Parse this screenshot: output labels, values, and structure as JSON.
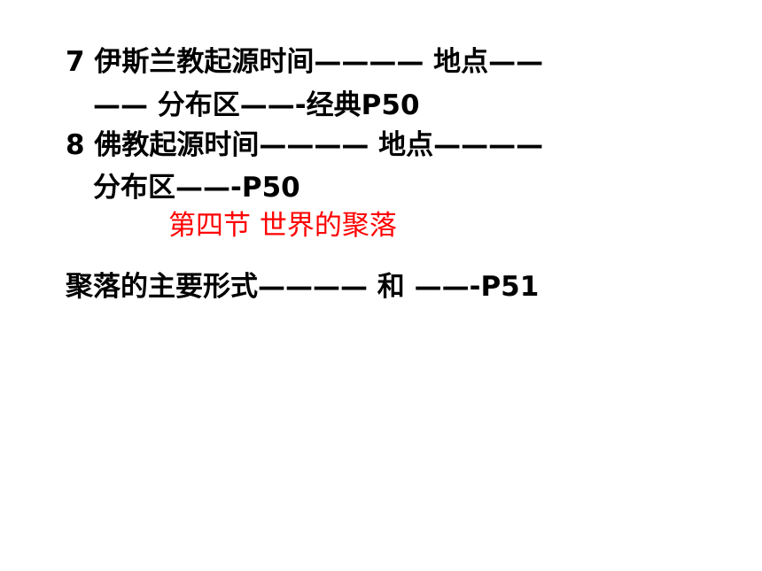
{
  "slide": {
    "item7": {
      "line1": "7   伊斯兰教起源时间———— 地点——",
      "line2": "——   分布区——-经典P50"
    },
    "item8": {
      "line1": "8  佛教起源时间———— 地点————",
      "line2": "分布区——-P50"
    },
    "section_heading": "第四节  世界的聚落",
    "settlement": {
      "line": "聚落的主要形式———— 和 ——-P51"
    },
    "colors": {
      "text": "#000000",
      "heading": "#ff0000",
      "background": "#ffffff"
    }
  }
}
